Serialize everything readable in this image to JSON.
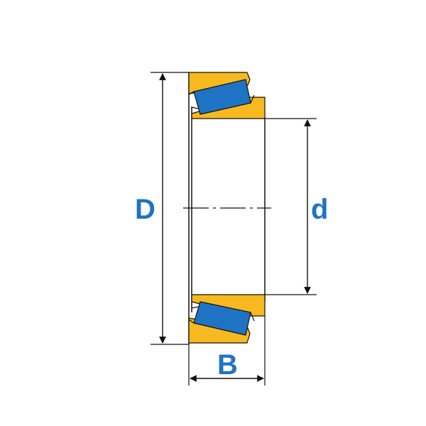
{
  "labels": {
    "outer_diameter": "D",
    "bore_diameter": "d",
    "width": "B"
  },
  "colors": {
    "ring": "#f6b91f",
    "roller": "#1f73c4",
    "line": "#111111",
    "label": "#1f73c4"
  }
}
